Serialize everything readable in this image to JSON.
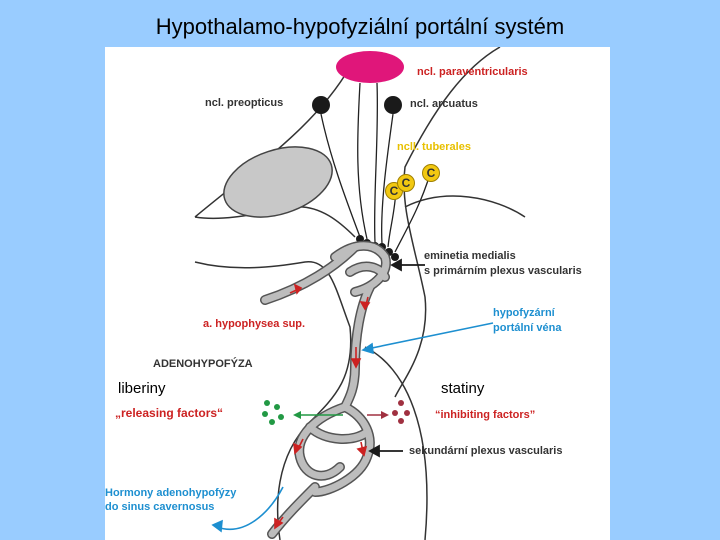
{
  "title": "Hypothalamo-hypofyziální portální systém",
  "labels": {
    "ncl_paraventricularis": "ncl. paraventricularis",
    "ncl_preopticus": "ncl. preopticus",
    "ncl_arcuatus": "ncl. arcuatus",
    "ncll_tuberales": "ncll. tuberales",
    "eminentia_line1": "eminetia medialis",
    "eminentia_line2": "s primárním plexus vascularis",
    "hypophysea": "a. hypophysea sup.",
    "portal_line1": "hypofyzární",
    "portal_line2": "portální véna",
    "adenohypofyza": "ADENOHYPOFÝZA",
    "liberiny": "liberiny",
    "statiny": "statiny",
    "releasing": "„releasing factors“",
    "inhibiting": "“inhibiting factors”",
    "sekundarni": "sekundární plexus vascularis",
    "hormony_line1": "Hormony adenohypofýzy",
    "hormony_line2": "do sinus cavernosus",
    "cell_letter": "C"
  },
  "colors": {
    "background": "#99ccff",
    "paraventricular": "#e0167a",
    "neuron": "#1a1a1a",
    "vessel_fill": "#bdbdbd",
    "flow_arrow": "#cc2222",
    "releasing_dots": "#229944",
    "inhibiting_dots": "#a03040",
    "portal_arrow": "#1d8fd0",
    "tuberal_cells": "#f2c811"
  }
}
